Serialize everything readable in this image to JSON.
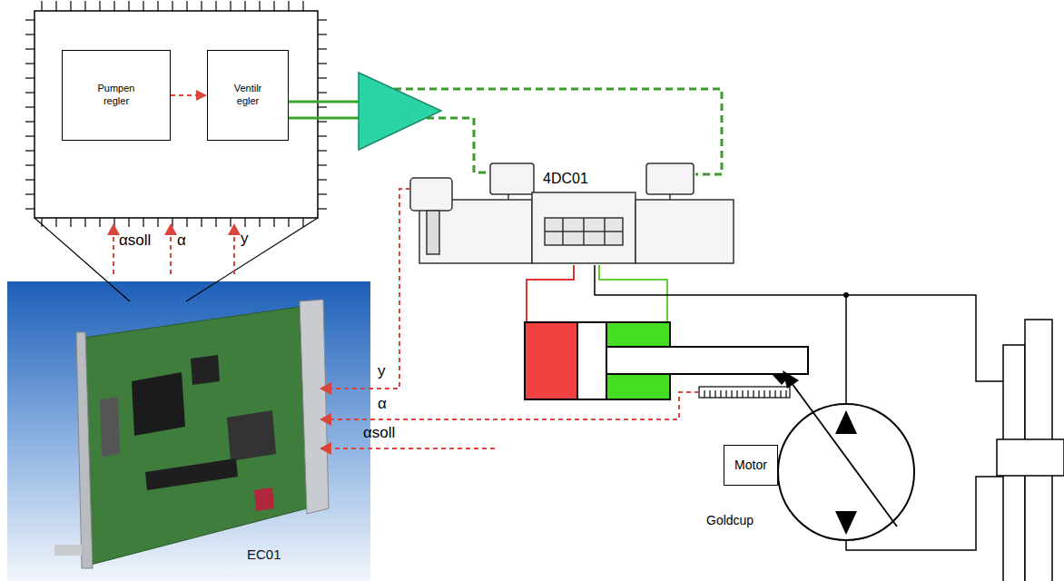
{
  "diagram": {
    "nodes": [
      {
        "text": [
          "Pumpen regler"
        ]
      },
      {
        "text": [
          "Ventilr egler"
        ]
      },
      {
        "text": [
          "Motor"
        ]
      }
    ],
    "edges": [
      {
        "from": 0,
        "to": 1,
        "arrow": "to"
      }
    ],
    "labels": [
      "αsoll",
      "α",
      "y",
      "4DC01",
      "y",
      "α",
      "αsoll",
      "Goldcup",
      "EC01"
    ]
  }
}
